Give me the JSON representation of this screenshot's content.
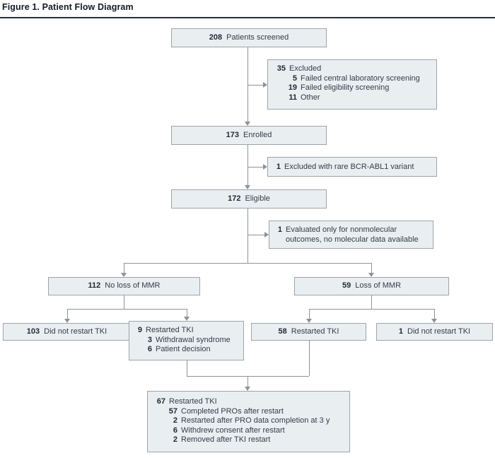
{
  "figure_title": "Figure 1. Patient Flow Diagram",
  "colors": {
    "box_fill": "#e9eef1",
    "box_border": "#9ca4a8",
    "connector_line": "#8d9397",
    "text": "#333d47",
    "number_text": "#1e2933",
    "title_text": "#141c26",
    "background": "#ffffff"
  },
  "icons": {
    "arrow_down": "triangle-down connector arrowhead",
    "arrow_right": "triangle-right connector arrowhead"
  },
  "boxes": {
    "screened": {
      "lines": [
        {
          "num": "208",
          "text": "Patients screened"
        }
      ]
    },
    "excluded_screening": {
      "lines": [
        {
          "num": "35",
          "text": "Excluded"
        },
        {
          "num": "5",
          "text": "Failed central laboratory screening"
        },
        {
          "num": "19",
          "text": "Failed eligibility screening"
        },
        {
          "num": "11",
          "text": "Other"
        }
      ]
    },
    "enrolled": {
      "lines": [
        {
          "num": "173",
          "text": "Enrolled"
        }
      ]
    },
    "excluded_variant": {
      "lines": [
        {
          "num": "1",
          "text": "Excluded with rare BCR-ABL1 variant"
        }
      ]
    },
    "eligible": {
      "lines": [
        {
          "num": "172",
          "text": "Eligible"
        }
      ]
    },
    "nonmolecular": {
      "lines": [
        {
          "num": "1",
          "text": "Evaluated only for nonmolecular outcomes, no molecular data available"
        }
      ]
    },
    "no_loss_mmr": {
      "lines": [
        {
          "num": "112",
          "text": "No loss of MMR"
        }
      ]
    },
    "loss_mmr": {
      "lines": [
        {
          "num": "59",
          "text": "Loss of MMR"
        }
      ]
    },
    "did_not_restart_103": {
      "lines": [
        {
          "num": "103",
          "text": "Did not restart TKI"
        }
      ]
    },
    "restarted_9": {
      "lines": [
        {
          "num": "9",
          "text": "Restarted TKI"
        },
        {
          "num": "3",
          "text": "Withdrawal syndrome"
        },
        {
          "num": "6",
          "text": "Patient decision"
        }
      ]
    },
    "restarted_58": {
      "lines": [
        {
          "num": "58",
          "text": "Restarted TKI"
        }
      ]
    },
    "did_not_restart_1": {
      "lines": [
        {
          "num": "1",
          "text": "Did not restart TKI"
        }
      ]
    },
    "restarted_67": {
      "lines": [
        {
          "num": "67",
          "text": "Restarted TKI"
        },
        {
          "num": "57",
          "text": "Completed PROs after restart"
        },
        {
          "num": "2",
          "text": "Restarted after PRO data completion at 3 y"
        },
        {
          "num": "6",
          "text": "Withdrew consent after restart"
        },
        {
          "num": "2",
          "text": "Removed after TKI restart"
        }
      ]
    }
  }
}
